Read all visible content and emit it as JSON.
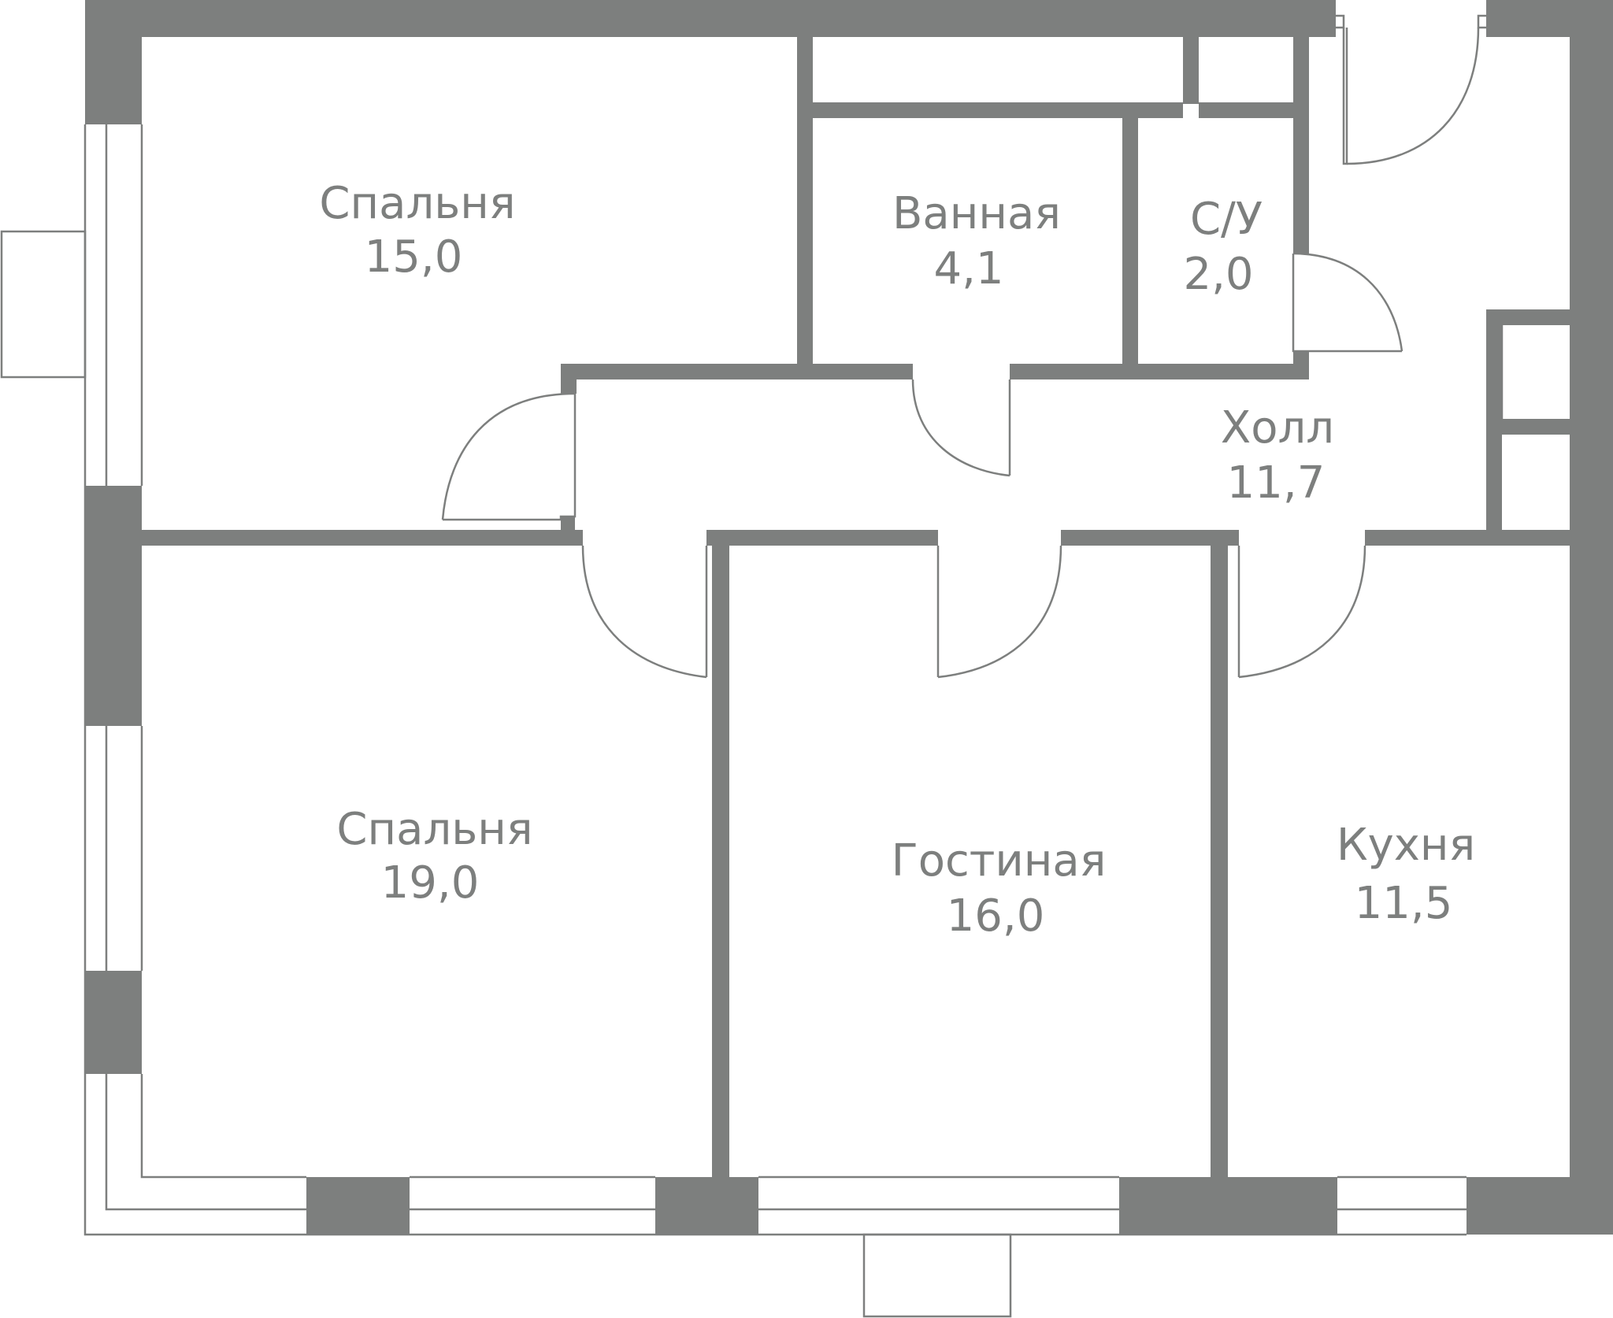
{
  "rooms": {
    "bedroom_top": {
      "name": "Спальня",
      "area": "15,0"
    },
    "bathroom": {
      "name": "Ванная",
      "area": "4,1"
    },
    "wc": {
      "name": "С/У",
      "area": "2,0"
    },
    "hall": {
      "name": "Холл",
      "area": "11,7"
    },
    "bedroom_bottom": {
      "name": "Спальня",
      "area": "19,0"
    },
    "living": {
      "name": "Гостиная",
      "area": "16,0"
    },
    "kitchen": {
      "name": "Кухня",
      "area": "11,5"
    }
  },
  "colors": {
    "wall": "#7d7f7e",
    "background": "#ffffff"
  }
}
